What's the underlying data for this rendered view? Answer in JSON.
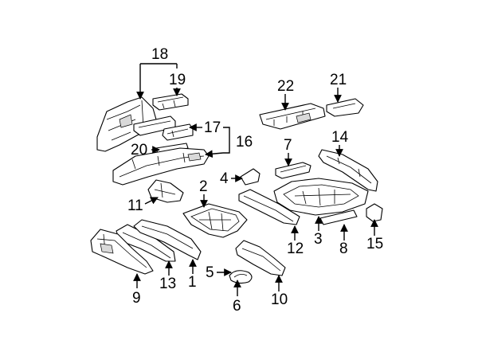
{
  "diagram": {
    "callouts": {
      "c1": "1",
      "c2": "2",
      "c3": "3",
      "c4": "4",
      "c5": "5",
      "c6": "6",
      "c7": "7",
      "c8": "8",
      "c9": "9",
      "c10": "10",
      "c11": "11",
      "c12": "12",
      "c13": "13",
      "c14": "14",
      "c15": "15",
      "c16": "16",
      "c17": "17",
      "c18": "18",
      "c19": "19",
      "c20": "20",
      "c21": "21",
      "c22": "22"
    },
    "colors": {
      "line": "#000000",
      "background": "#ffffff"
    }
  }
}
